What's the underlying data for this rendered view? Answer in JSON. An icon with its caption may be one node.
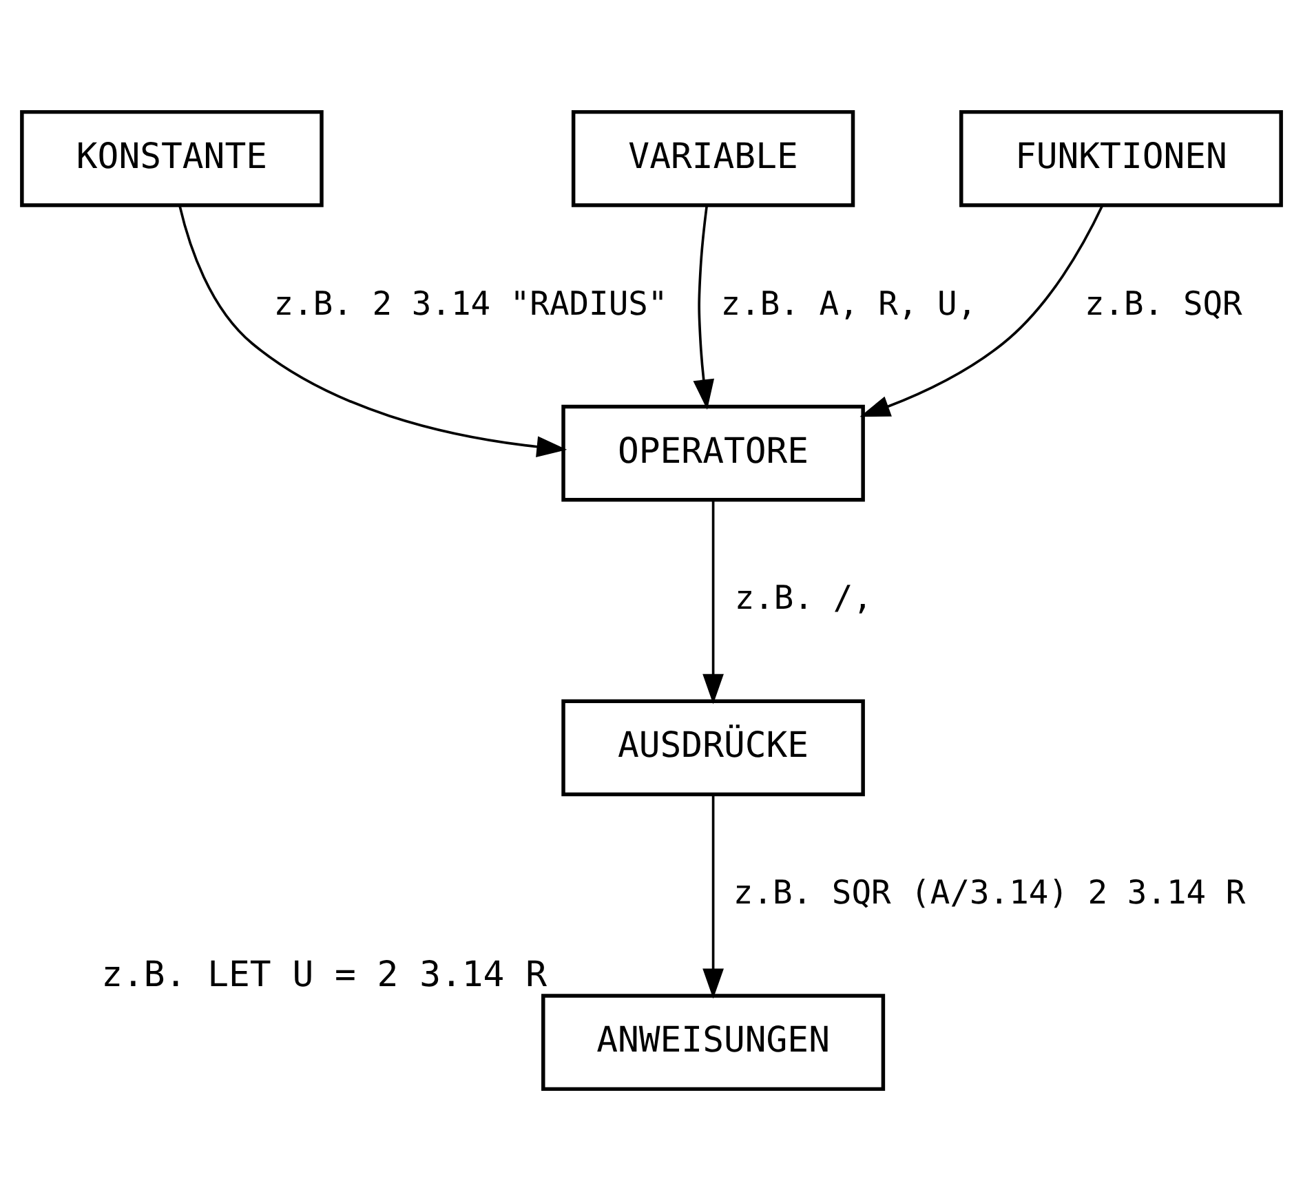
{
  "diagram": {
    "nodes": [
      {
        "text": [
          "KONSTANTE"
        ]
      },
      {
        "text": [
          "VARIABLE"
        ]
      },
      {
        "text": [
          "FUNKTIONEN"
        ]
      },
      {
        "text": [
          "OPERATORE"
        ]
      },
      {
        "text": [
          "AUSDRÜCKE"
        ]
      },
      {
        "text": [
          "ANWEISUNGEN"
        ],
        "beside": [
          "z.B. LET U = 2 3.14 R"
        ]
      }
    ],
    "edges": [
      {
        "from": 0,
        "to": 3,
        "arrow": "to",
        "label": "z.B. 2 3.14 \"RADIUS\""
      },
      {
        "from": 1,
        "to": 3,
        "arrow": "to",
        "label": "z.B. A, R, U,"
      },
      {
        "from": 2,
        "to": 3,
        "arrow": "to",
        "label": "z.B. SQR"
      },
      {
        "from": 3,
        "to": 4,
        "arrow": "to",
        "label": "z.B. /,"
      },
      {
        "from": 4,
        "to": 5,
        "arrow": "to",
        "label": "z.B. SQR (A/3.14) 2 3.14 R"
      }
    ]
  }
}
